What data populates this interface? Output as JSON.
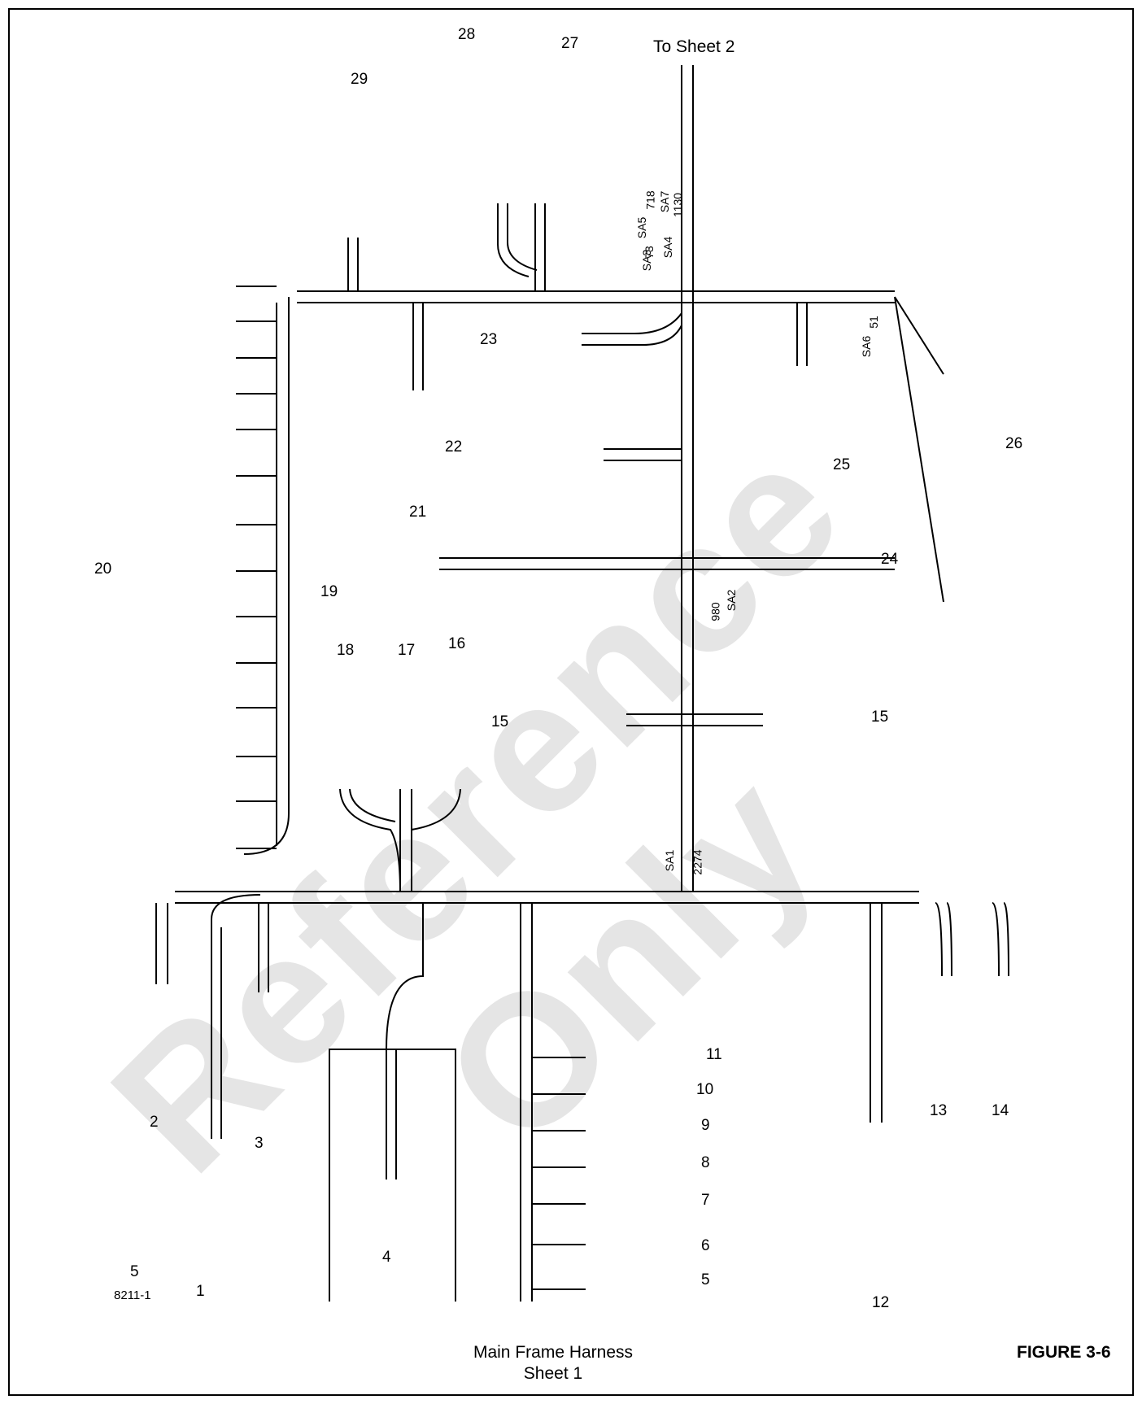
{
  "watermark": "Reference Only",
  "to_sheet": "To Sheet 2",
  "caption": {
    "line1": "Main Frame Harness",
    "line2": "Sheet 1"
  },
  "figure_label": "FIGURE 3-6",
  "drawing_code": "8211-1",
  "connector_labels": {
    "c1": "1",
    "c2": "2",
    "c3": "3",
    "c4": "4",
    "c5a": "5",
    "c5b": "5",
    "c6": "6",
    "c7": "7",
    "c8": "8",
    "c9": "9",
    "c10": "10",
    "c11": "11",
    "c12": "12",
    "c13": "13",
    "c14": "14",
    "c15a": "15",
    "c15b": "15",
    "c16": "16",
    "c17": "17",
    "c18": "18",
    "c19": "19",
    "c20": "20",
    "c21": "21",
    "c22": "22",
    "c23": "23",
    "c24": "24",
    "c25": "25",
    "c26": "26",
    "c27": "27",
    "c28": "28",
    "c29": "29"
  },
  "splices": {
    "sa1": "SA1",
    "sa2": "SA2",
    "sa3": "SA3",
    "sa4": "SA4",
    "sa5": "SA5",
    "sa6": "SA6",
    "sa7": "SA7"
  },
  "wire_numbers": {
    "n2274": "2274",
    "n980": "980",
    "n51": "51",
    "n718": "718",
    "n1130": "1130",
    "n73": "73"
  },
  "colors": {
    "line": "#000000",
    "watermark": "rgba(0,0,0,0.10)",
    "background": "#ffffff"
  }
}
